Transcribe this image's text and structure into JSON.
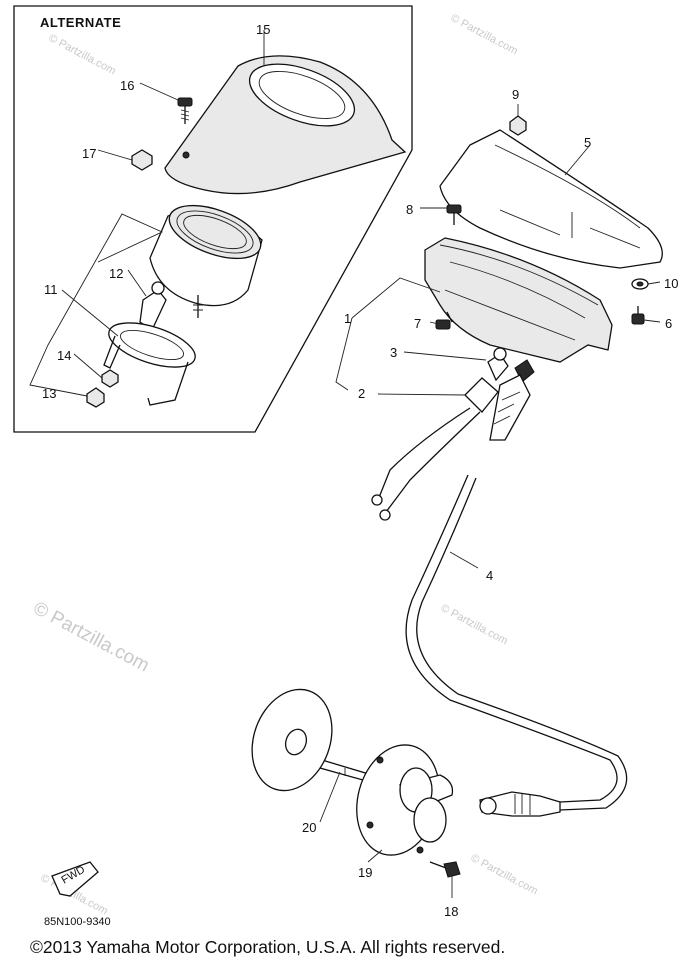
{
  "alternate_label": "ALTERNATE",
  "callouts": {
    "c1": "1",
    "c2": "2",
    "c3": "3",
    "c4": "4",
    "c5": "5",
    "c6": "6",
    "c7": "7",
    "c8": "8",
    "c9": "9",
    "c10": "10",
    "c11": "11",
    "c12": "12",
    "c13": "13",
    "c14": "14",
    "c15": "15",
    "c16": "16",
    "c17": "17",
    "c18": "18",
    "c19": "19",
    "c20": "20"
  },
  "fwd_label": "FWD",
  "diagram_code": "85N100-9340",
  "watermarks": {
    "main": "© Partzilla.com",
    "small": "© Partzilla.com"
  },
  "copyright": "©2013 Yamaha Motor Corporation, U.S.A. All rights reserved."
}
